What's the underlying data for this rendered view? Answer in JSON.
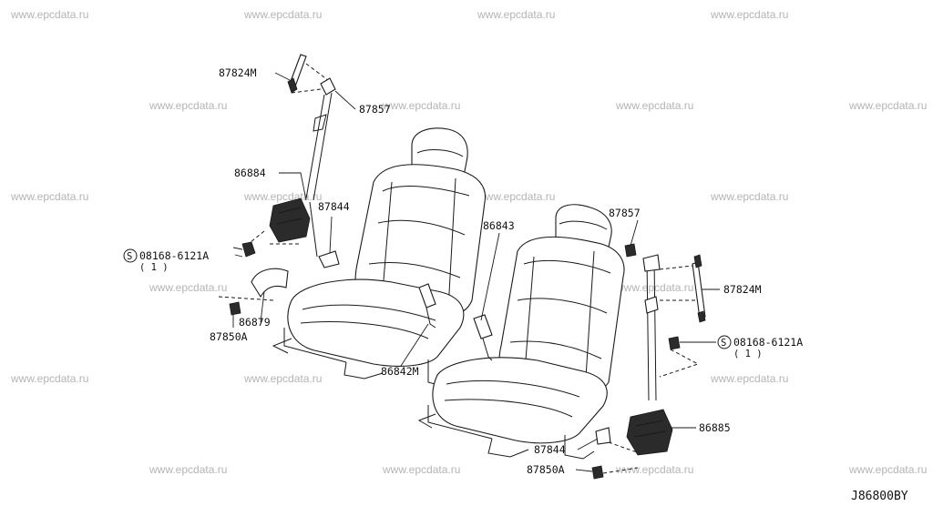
{
  "watermark": "www.epcdata.ru",
  "diagram_code": "J86800BY",
  "parts": {
    "p87824M_left": "87824M",
    "p87857_left": "87857",
    "p86884": "86884",
    "p87844_left": "87844",
    "p08168_left": "08168-6121A",
    "p08168_left_qty": "( 1 )",
    "p86879": "86879",
    "p87850A_left": "87850A",
    "p86842M": "86842M",
    "p86843": "86843",
    "p87857_right": "87857",
    "p87824M_right": "87824M",
    "p08168_right": "08168-6121A",
    "p08168_right_qty": "( 1 )",
    "p86885": "86885",
    "p87844_right": "87844",
    "p87850A_right": "87850A"
  },
  "screw_symbol": "S"
}
